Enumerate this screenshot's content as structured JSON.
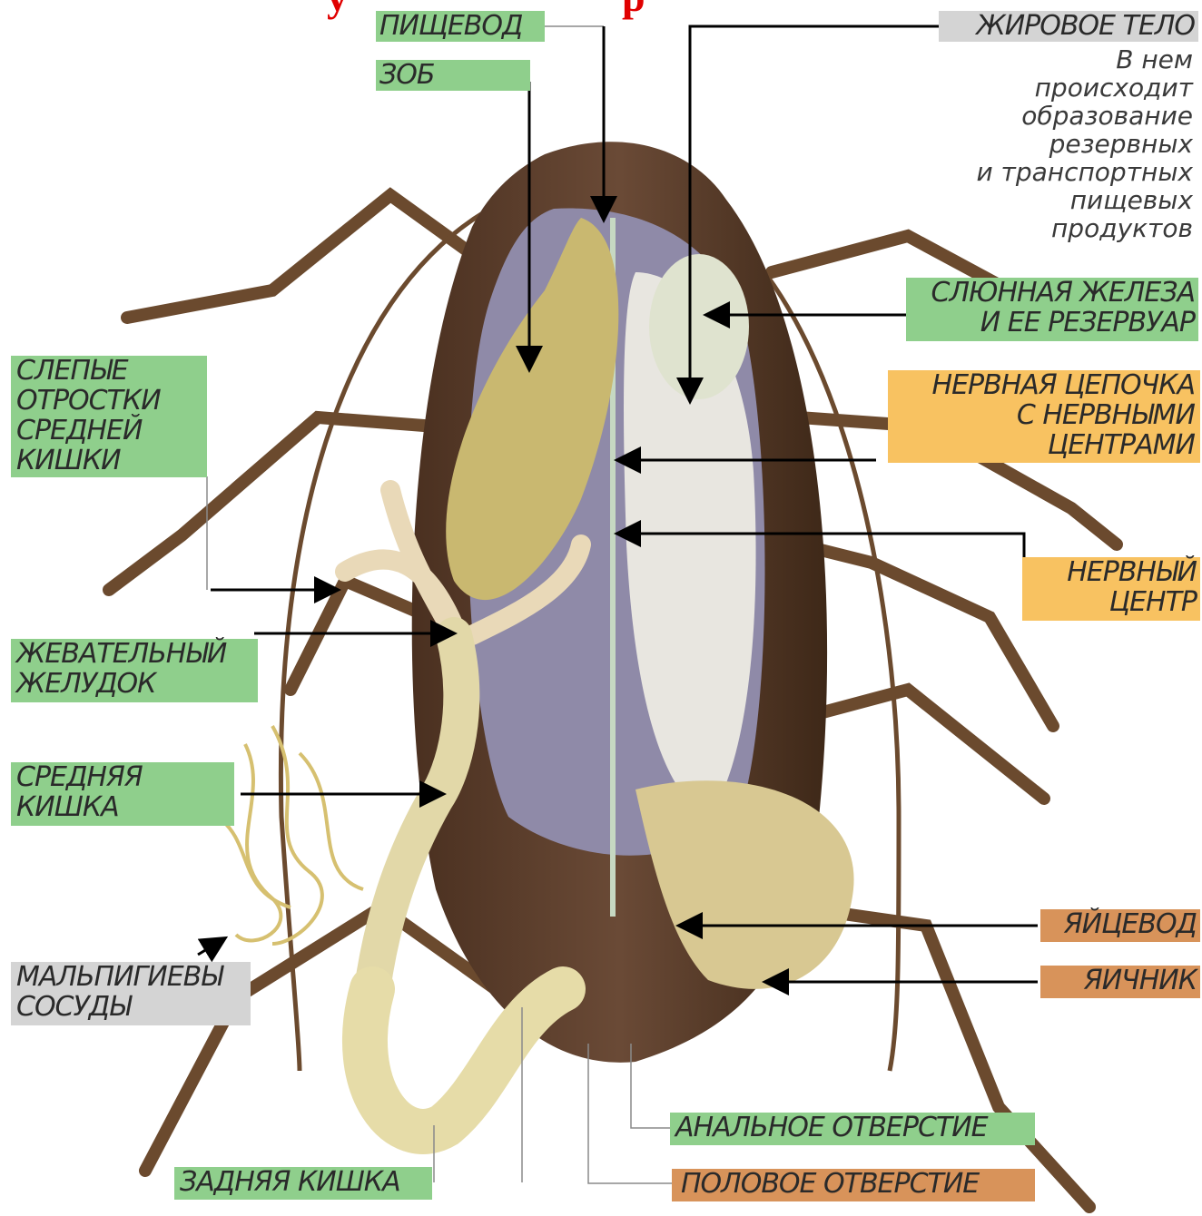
{
  "title_fragment_left": "у",
  "title_fragment_right": "р",
  "labels": {
    "esophagus": "ПИЩЕВОД",
    "crop": "ЗОБ",
    "fat_body": "ЖИРОВОЕ ТЕЛО",
    "fat_body_description": [
      "В нем",
      "происходит",
      "образование",
      "резервных",
      "и транспортных",
      "пищевых",
      "продуктов"
    ],
    "salivary_gland": [
      "СЛЮННАЯ ЖЕЛЕЗА",
      "И ЕЕ РЕЗЕРВУАР"
    ],
    "nerve_chain": [
      "НЕРВНАЯ ЦЕПОЧКА",
      "С НЕРВНЫМИ",
      "ЦЕНТРАМИ"
    ],
    "nerve_center": [
      "НЕРВНЫЙ",
      "ЦЕНТР"
    ],
    "gastric_caeca": [
      "СЛЕПЫЕ",
      "ОТРОСТКИ",
      "СРЕДНЕЙ",
      "КИШКИ"
    ],
    "gizzard": [
      "ЖЕВАТЕЛЬНЫЙ",
      "ЖЕЛУДОК"
    ],
    "midgut": [
      "СРЕДНЯЯ",
      "КИШКА"
    ],
    "malpighian": [
      "МАЛЬПИГИЕВЫ",
      "СОСУДЫ"
    ],
    "oviduct": "ЯЙЦЕВОД",
    "ovary": "ЯИЧНИК",
    "anus": "АНАЛЬНОЕ ОТВЕРСТИЕ",
    "genital_opening": "ПОЛОВОЕ ОТВЕРСТИЕ",
    "hindgut": "ЗАДНЯЯ КИШКА"
  },
  "colors": {
    "green": "#8fcf8c",
    "yellow": "#f8c261",
    "brown": "#d8935a",
    "gray": "#d4d4d4",
    "title": "#e00000"
  }
}
